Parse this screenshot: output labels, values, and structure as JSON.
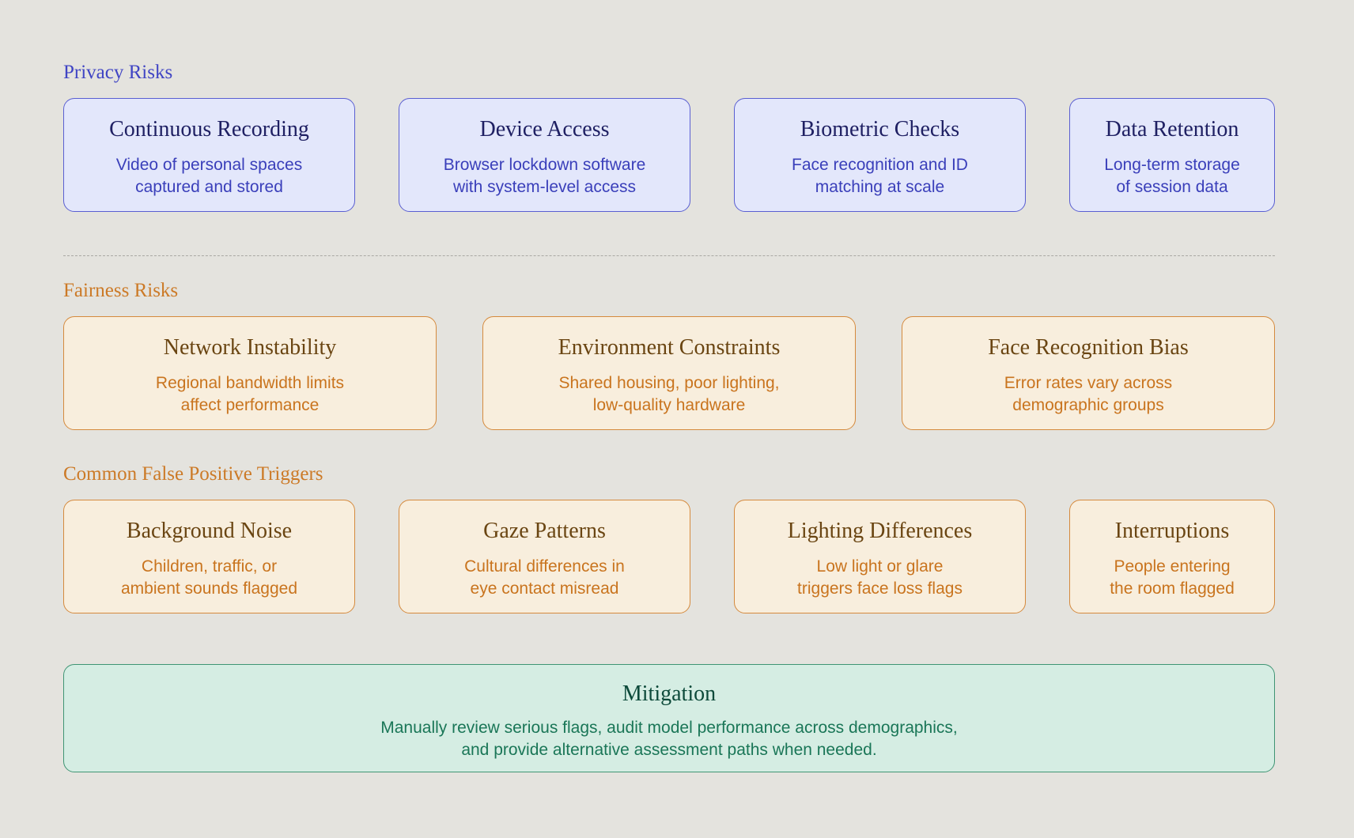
{
  "colors": {
    "background": "#e4e3de",
    "privacy": {
      "label": "#4045c4",
      "title": "#1f2063",
      "text": "#3a3fba",
      "fill": "#e3e7fb",
      "border": "#5a5fd2"
    },
    "fairness": {
      "label": "#cc7a27",
      "title": "#6a4512",
      "text": "#c9741e",
      "fill": "#f8eedd",
      "border": "#d58a3d"
    },
    "mitigation": {
      "title": "#0d4a3a",
      "text": "#1a7657",
      "fill": "#d5ede3",
      "border": "#3f9574"
    },
    "divider": "#a9a8a3"
  },
  "privacy": {
    "label": "Privacy Risks",
    "cards": [
      {
        "title": "Continuous Recording",
        "lines": [
          "Video of personal spaces",
          "captured and stored"
        ]
      },
      {
        "title": "Device Access",
        "lines": [
          "Browser lockdown software",
          "with system-level access"
        ]
      },
      {
        "title": "Biometric Checks",
        "lines": [
          "Face recognition and ID",
          "matching at scale"
        ]
      },
      {
        "title": "Data Retention",
        "lines": [
          "Long-term storage",
          "of session data"
        ]
      }
    ]
  },
  "fairness": {
    "label": "Fairness Risks",
    "cards": [
      {
        "title": "Network Instability",
        "lines": [
          "Regional bandwidth limits",
          "affect performance"
        ]
      },
      {
        "title": "Environment Constraints",
        "lines": [
          "Shared housing, poor lighting,",
          "low-quality hardware"
        ]
      },
      {
        "title": "Face Recognition Bias",
        "lines": [
          "Error rates vary across",
          "demographic groups"
        ]
      }
    ]
  },
  "triggers": {
    "label": "Common False Positive Triggers",
    "cards": [
      {
        "title": "Background Noise",
        "lines": [
          "Children, traffic, or",
          "ambient sounds flagged"
        ]
      },
      {
        "title": "Gaze Patterns",
        "lines": [
          "Cultural differences in",
          "eye contact misread"
        ]
      },
      {
        "title": "Lighting Differences",
        "lines": [
          "Low light or glare",
          "triggers face loss flags"
        ]
      },
      {
        "title": "Interruptions",
        "lines": [
          "People entering",
          "the room flagged"
        ]
      }
    ]
  },
  "mitigation": {
    "title": "Mitigation",
    "lines": [
      "Manually review serious flags, audit model performance across demographics,",
      "and provide alternative assessment paths when needed."
    ]
  }
}
